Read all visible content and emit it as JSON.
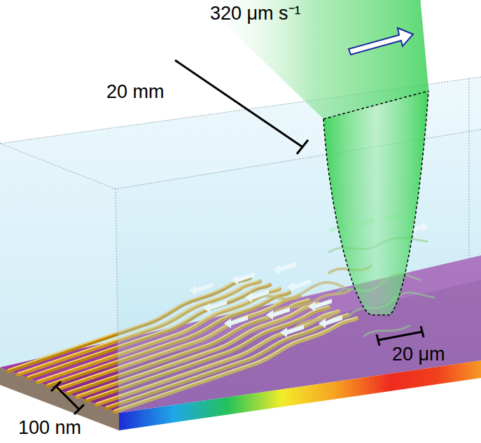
{
  "diagram": {
    "labels": [
      "320 μm s⁻¹",
      "20 mm",
      "20 μm",
      "100 nm"
    ]
  }
}
